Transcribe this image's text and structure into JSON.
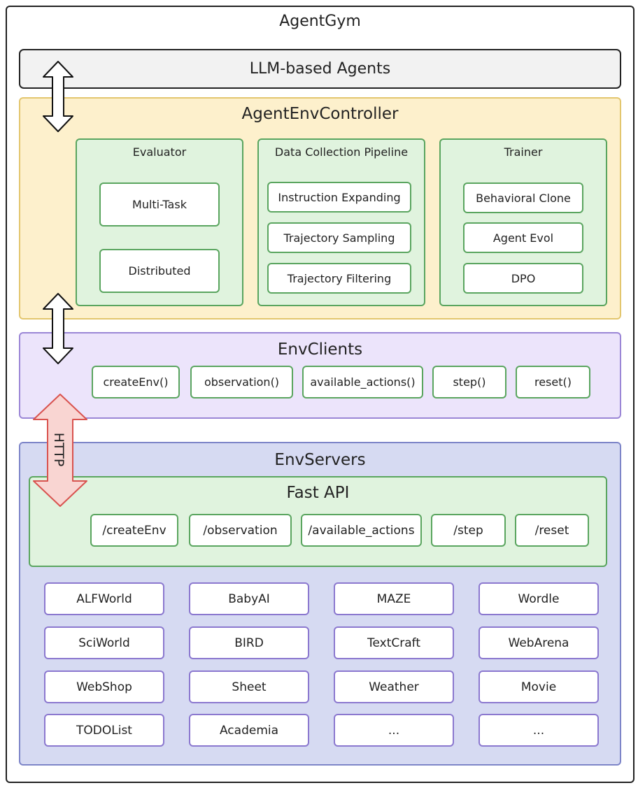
{
  "title": "AgentGym",
  "llm_agents": "LLM-based Agents",
  "controller": {
    "title": "AgentEnvController",
    "evaluator": {
      "title": "Evaluator",
      "items": [
        "Multi-Task",
        "Distributed"
      ]
    },
    "pipeline": {
      "title": "Data Collection Pipeline",
      "items": [
        "Instruction Expanding",
        "Trajectory Sampling",
        "Trajectory Filtering"
      ]
    },
    "trainer": {
      "title": "Trainer",
      "items": [
        "Behavioral Clone",
        "Agent Evol",
        "DPO"
      ]
    }
  },
  "env_clients": {
    "title": "EnvClients",
    "methods": [
      "createEnv()",
      "observation()",
      "available_actions()",
      "step()",
      "reset()"
    ]
  },
  "http_label": "HTTP",
  "env_servers": {
    "title": "EnvServers",
    "fastapi": {
      "title": "Fast API",
      "endpoints": [
        "/createEnv",
        "/observation",
        "/available_actions",
        "/step",
        "/reset"
      ]
    },
    "environments": [
      "ALFWorld",
      "BabyAI",
      "MAZE",
      "Wordle",
      "SciWorld",
      "BIRD",
      "TextCraft",
      "WebArena",
      "WebShop",
      "Sheet",
      "Weather",
      "Movie",
      "TODOList",
      "Academia",
      "...",
      "..."
    ]
  },
  "colors": {
    "controller_bg": "#fdf0cc",
    "panel_bg": "#e0f3de",
    "clients_bg": "#ece4fb",
    "servers_bg": "#d6daf2",
    "http_arrow": "#f9d5d2"
  }
}
